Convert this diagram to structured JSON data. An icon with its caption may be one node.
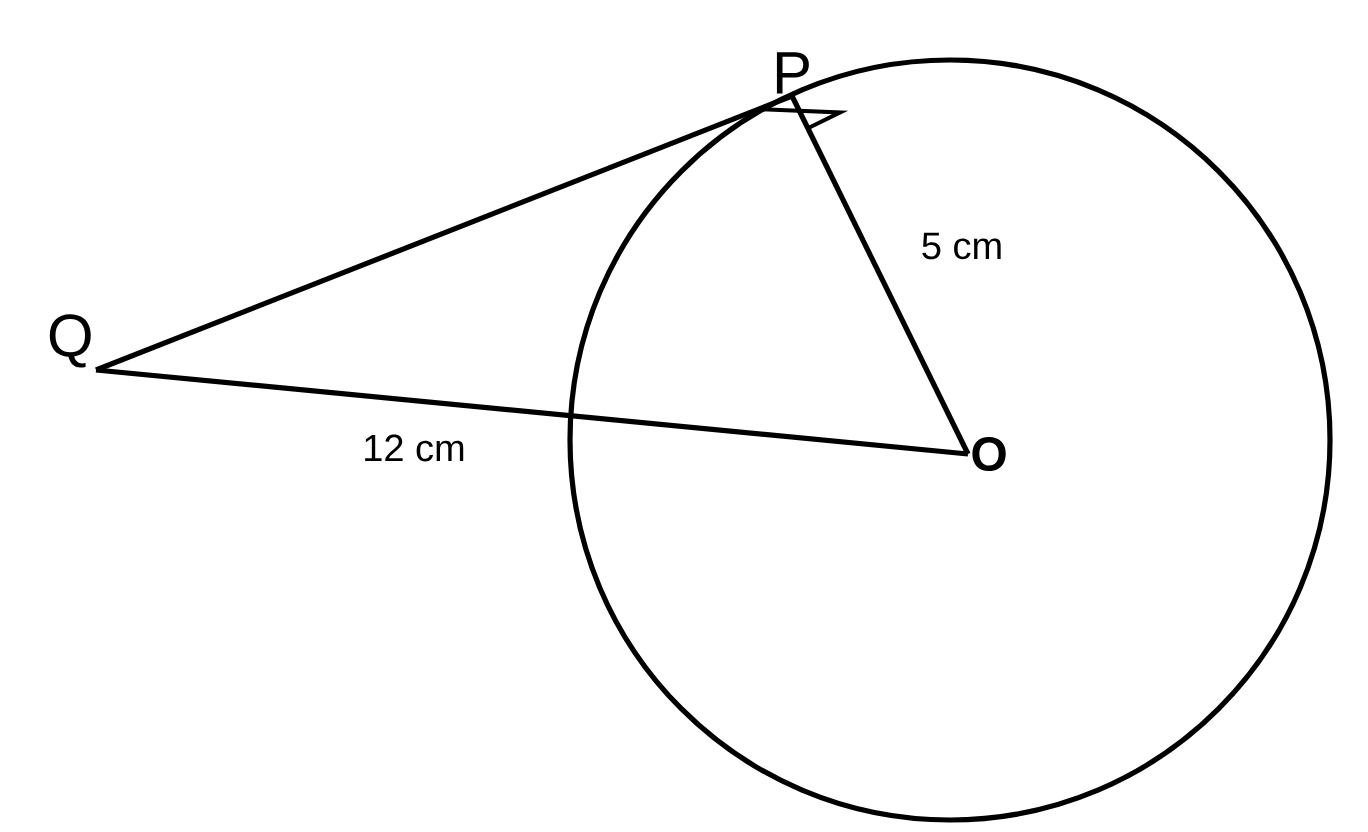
{
  "diagram": {
    "nodes": [
      {
        "text": [
          "P"
        ]
      },
      {
        "text": [
          "Q"
        ]
      },
      {
        "text": [
          "O"
        ]
      }
    ],
    "edges": [
      {
        "from": 1,
        "to": 0,
        "arrow": "none"
      },
      {
        "from": 1,
        "to": 2,
        "arrow": "none",
        "label": "12 cm"
      },
      {
        "from": 0,
        "to": 2,
        "arrow": "none",
        "label": "5 cm"
      }
    ]
  }
}
